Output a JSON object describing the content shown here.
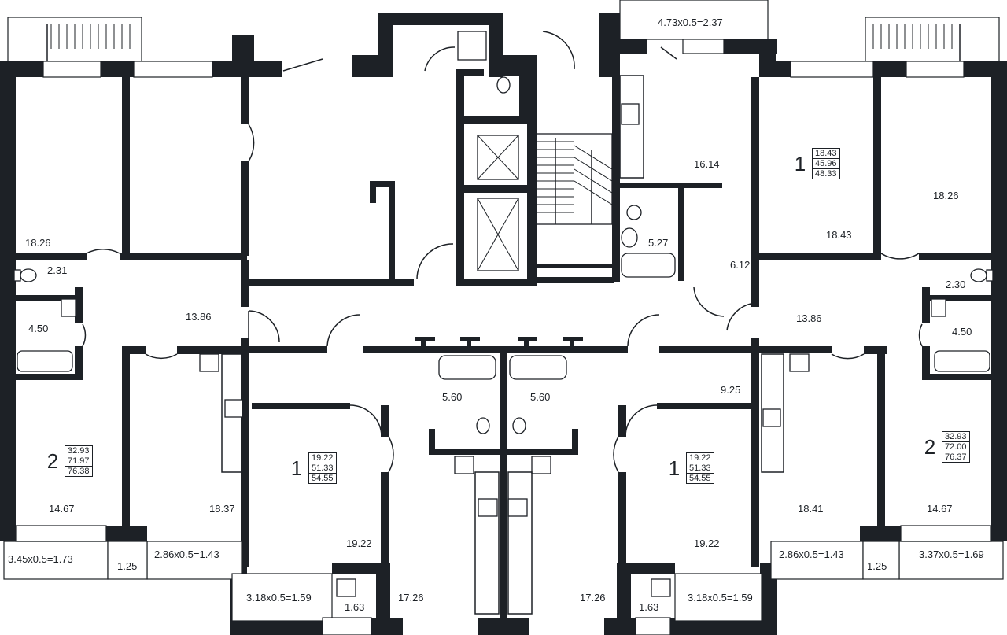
{
  "floor_plan": {
    "apartments": [
      {
        "rooms": "2",
        "living": "32.93",
        "total": "71.97",
        "with_balcony": "76.38"
      },
      {
        "rooms": "1",
        "living": "19.22",
        "total": "51.33",
        "with_balcony": "54.55"
      },
      {
        "rooms": "1",
        "living": "19.22",
        "total": "51.33",
        "with_balcony": "54.55"
      },
      {
        "rooms": "1",
        "living": "18.43",
        "total": "45.96",
        "with_balcony": "48.33"
      },
      {
        "rooms": "2",
        "living": "32.93",
        "total": "72.00",
        "with_balcony": "76.37"
      }
    ],
    "area_labels": [
      "18.26",
      "2.31",
      "4.50",
      "13.86",
      "14.67",
      "18.37",
      "3.45x0.5=1.73",
      "1.25",
      "2.86x0.5=1.43",
      "19.22",
      "3.18x0.5=1.59",
      "1.63",
      "17.26",
      "5.60",
      "5.60",
      "17.26",
      "9.25",
      "19.22",
      "3.18x0.5=1.59",
      "1.63",
      "4.73x0.5=2.37",
      "16.14",
      "5.27",
      "6.12",
      "18.43",
      "18.26",
      "2.30",
      "13.86",
      "4.50",
      "18.41",
      "14.67",
      "2.86x0.5=1.43",
      "1.25",
      "3.37x0.5=1.69"
    ],
    "colors": {
      "wall": "#1d2126",
      "background": "#ffffff",
      "fixtures": "#1d2126"
    }
  }
}
